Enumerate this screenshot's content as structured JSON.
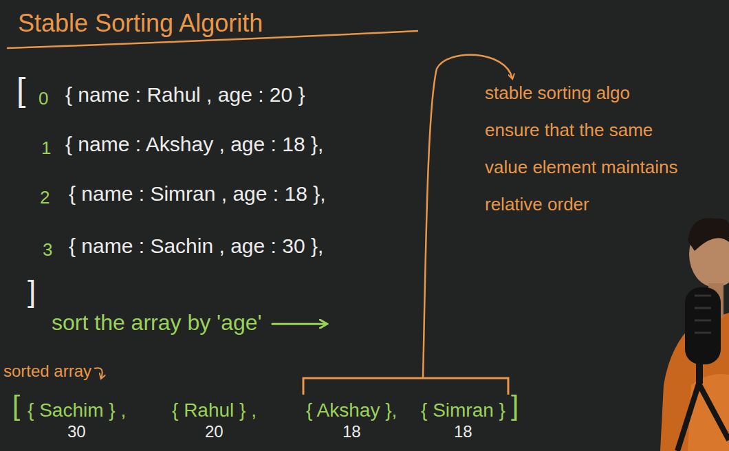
{
  "diagram": {
    "title": "Stable Sorting Algorith",
    "labels": [
      "[",
      "0",
      "{ name : Rahul , age : 20 }",
      "1",
      "{ name : Akshay , age : 18 },",
      "2",
      "{ name : Simran , age : 18 },",
      "3",
      "{ name : Sachin , age : 30 },",
      "]",
      "sort the array by 'age'",
      "stable sorting algo ensure that the same value element maintains relative order",
      "sorted array",
      "[",
      "{ Sachim } ,",
      "30",
      "{ Rahul } ,",
      "20",
      "{ Akshay },",
      "18",
      "{ Simran }",
      "18",
      "]"
    ]
  }
}
